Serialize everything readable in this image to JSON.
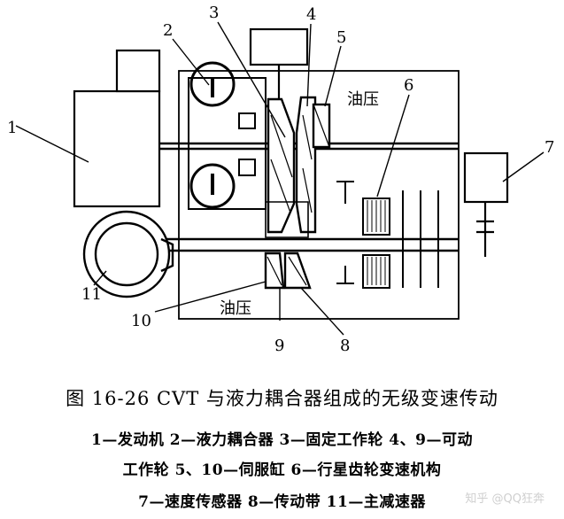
{
  "figure": {
    "labels": {
      "n1": "1",
      "n2": "2",
      "n3": "3",
      "n4": "4",
      "n5": "5",
      "n6": "6",
      "n7": "7",
      "n8": "8",
      "n9": "9",
      "n10": "10",
      "n11": "11",
      "oil_top": "油压",
      "oil_bottom": "油压"
    }
  },
  "caption": {
    "title": "图 16-26   CVT 与液力耦合器组成的无级变速传动",
    "line1": "1—发动机   2—液力耦合器   3—固定工作轮   4、9—可动",
    "line2": "工作轮   5、10—伺服缸   6—行星齿轮变速机构",
    "line3": "7—速度传感器   8—传动带   11—主减速器"
  },
  "watermark": "知乎 @QQ狂奔"
}
